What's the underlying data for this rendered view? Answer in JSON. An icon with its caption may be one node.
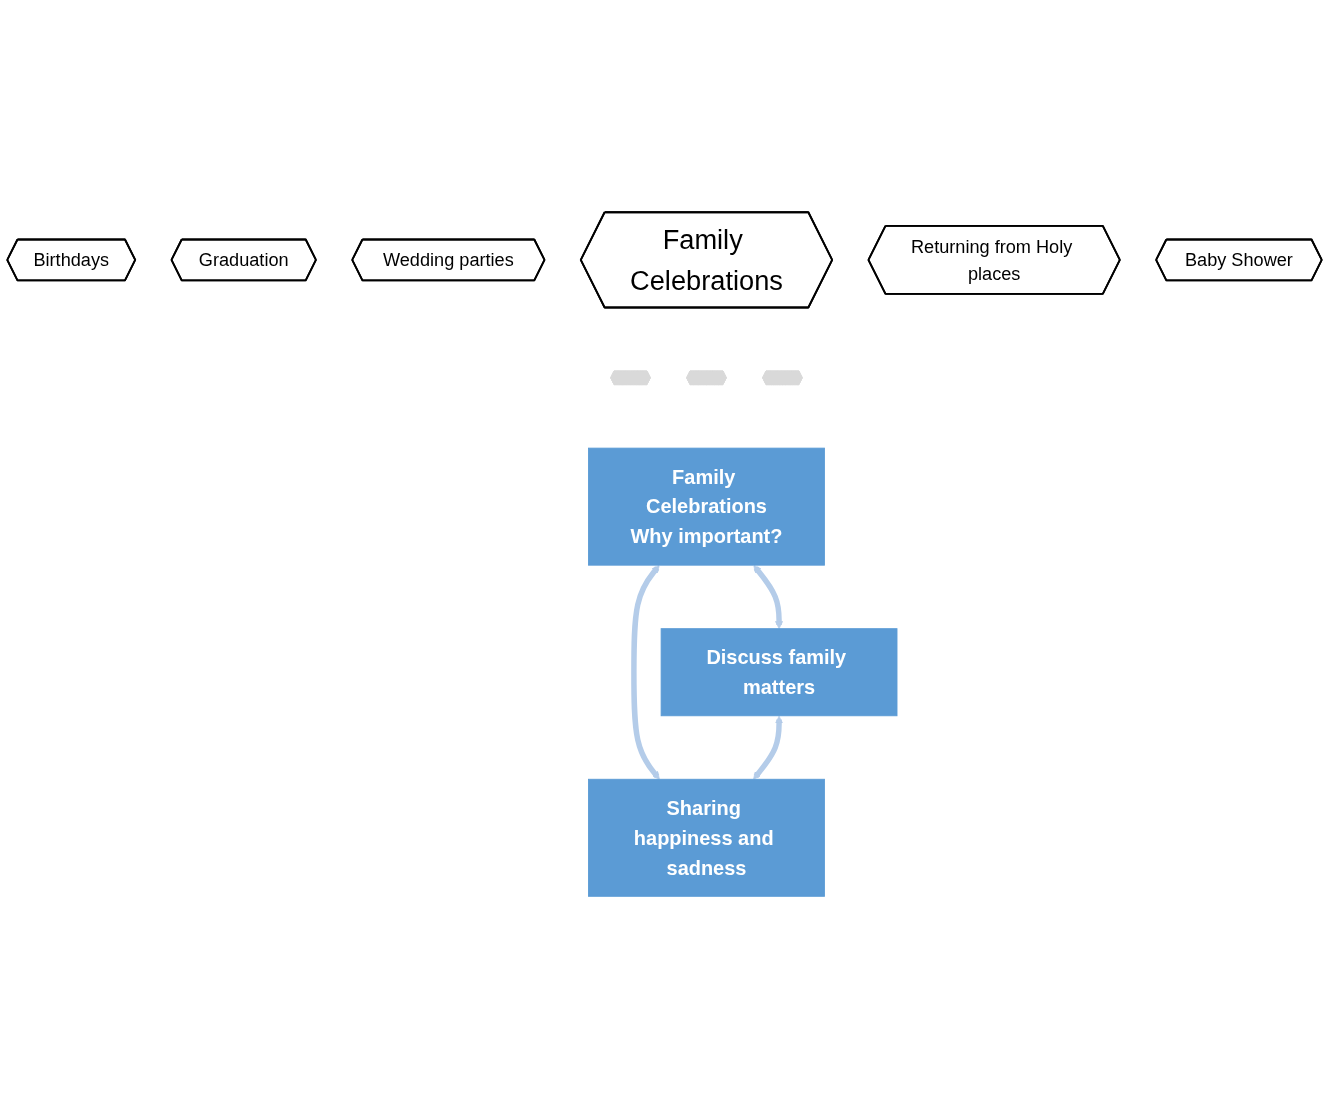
{
  "diagram": {
    "nodes": [
      {
        "text": [
          "Birthdays"
        ]
      },
      {
        "text": [
          "Graduation"
        ]
      },
      {
        "text": [
          "Wedding parties"
        ]
      },
      {
        "text": [
          "Family Celebrations"
        ]
      },
      {
        "text": [
          "Returning from Holy places"
        ]
      },
      {
        "text": [
          "Baby Shower"
        ]
      },
      {
        "text": [],
        "shape": "hexagon"
      },
      {
        "text": [],
        "shape": "hexagon"
      },
      {
        "text": [],
        "shape": "hexagon"
      },
      {
        "text": [
          "Family Celebrations",
          "Why important?"
        ]
      },
      {
        "text": [
          "Discuss family matters"
        ]
      },
      {
        "text": [
          "Sharing happiness and sadness"
        ]
      }
    ],
    "edges": [
      {
        "from": 9,
        "to": 10,
        "arrow": "both"
      },
      {
        "from": 9,
        "to": 11,
        "arrow": "both"
      },
      {
        "from": 10,
        "to": 11,
        "arrow": "both"
      }
    ]
  }
}
